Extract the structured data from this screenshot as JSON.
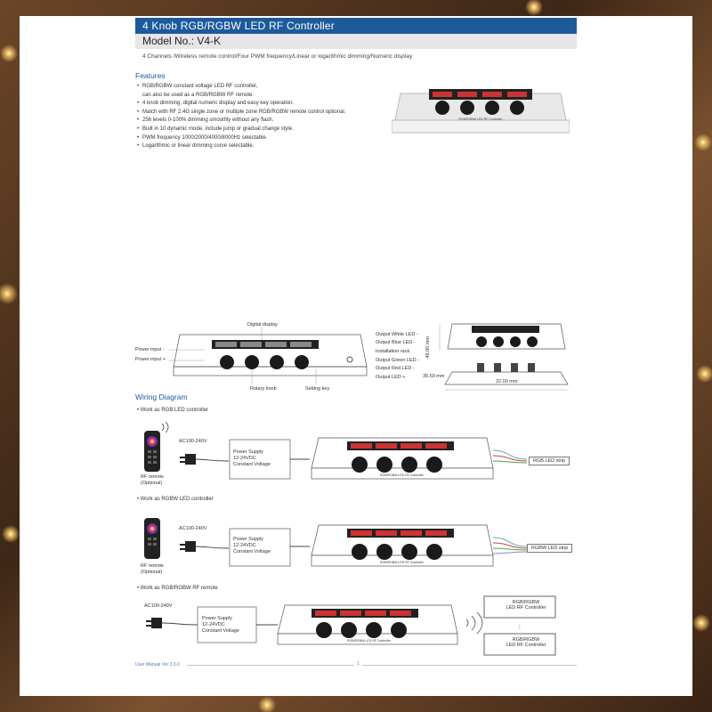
{
  "header": {
    "title": "4 Knob RGB/RGBW LED RF Controller",
    "model": "Model No.: V4-K",
    "subtitle": "4 Channels /Wireless remote control/Four PWM frequency/Linear or logarithmic dimming/Numeric display"
  },
  "features": {
    "heading": "Features",
    "items": [
      "RGB/RGBW constant voltage LED RF controller,",
      "can also be used as a RGB/RGBW RF remote.",
      "4 knob dimming, digital numeric display and easy key operation.",
      "Match with RF 2.4G single zone or multiple zone RGB/RGBW remote control optional.",
      "256 levels 0-100% dimming smoothly without any flash.",
      "Built in 10 dynamic mode, include jump or gradual change style.",
      "PWM frequency 1000/2000/4000/8000Hz selectable.",
      "Logarithmic or linear dimming curve selectable."
    ]
  },
  "product_label": "RGB/RGBW LED RF Controller",
  "device_label": "RGB/RGBW LED RF Controller",
  "dimension_labels": {
    "digital_display": "Digital display",
    "power_input_minus": "Power input -",
    "power_input_plus": "Power input +",
    "rotary_knob": "Rotary knob",
    "setting_key": "Setting key",
    "output_white": "Output White LED -",
    "output_blue": "Output Blue LED -",
    "installation_rack": "Installation rack",
    "output_green": "Output Green LED -",
    "output_red": "Output Red LED -",
    "output_led_plus": "Output LED +",
    "height": "46.00 mm",
    "depth": "35.50 mm",
    "width": "22.00 mm"
  },
  "wiring": {
    "heading": "Wiring Diagram",
    "cases": [
      {
        "caption": "Work as RGB LED controller",
        "strip": "RGB LED strip"
      },
      {
        "caption": "Work as RGBW LED controller",
        "strip": "RGBW LED strip"
      },
      {
        "caption": "Work as RGB/RGBW RF remote"
      }
    ],
    "ac_label": "AC100-240V",
    "psu_line1": "Power Supply",
    "psu_line2": "12-24VDC",
    "psu_line3": "Constant Voltage",
    "remote_label1": "RF remote",
    "remote_label2": "(Optional)",
    "receiver_line1": "RGB/RGBW",
    "receiver_line2": "LED RF Controller"
  },
  "footer": {
    "manual": "User Manual Ver 2.0.0",
    "page": "1"
  },
  "colors": {
    "title_bar": "#1d5a9c",
    "heading": "#1d5a9c",
    "model_bar": "#e6e6e6"
  }
}
